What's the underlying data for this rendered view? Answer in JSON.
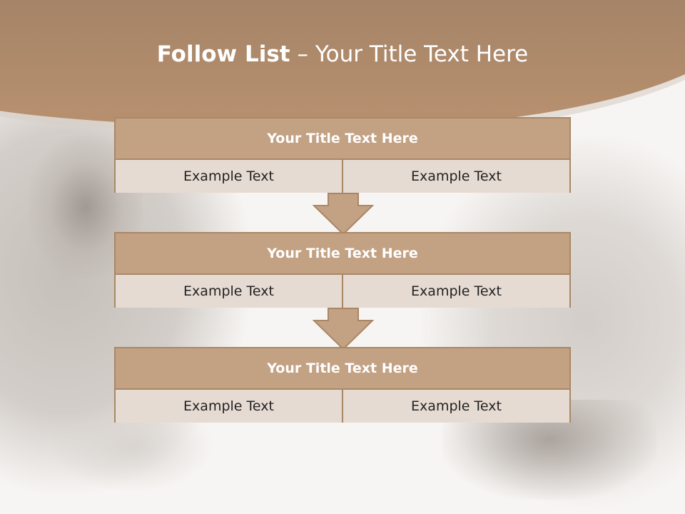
{
  "slide": {
    "title_bold": "Follow List",
    "title_rest": "– Your Title Text Here",
    "accent_color": "#c3a183",
    "border_color": "#a98766",
    "blocks": [
      {
        "heading": "Your Title Text Here",
        "left": "Example Text",
        "right": "Example Text"
      },
      {
        "heading": "Your Title Text Here",
        "left": "Example Text",
        "right": "Example Text"
      },
      {
        "heading": "Your Title Text Here",
        "left": "Example Text",
        "right": "Example Text"
      }
    ]
  }
}
